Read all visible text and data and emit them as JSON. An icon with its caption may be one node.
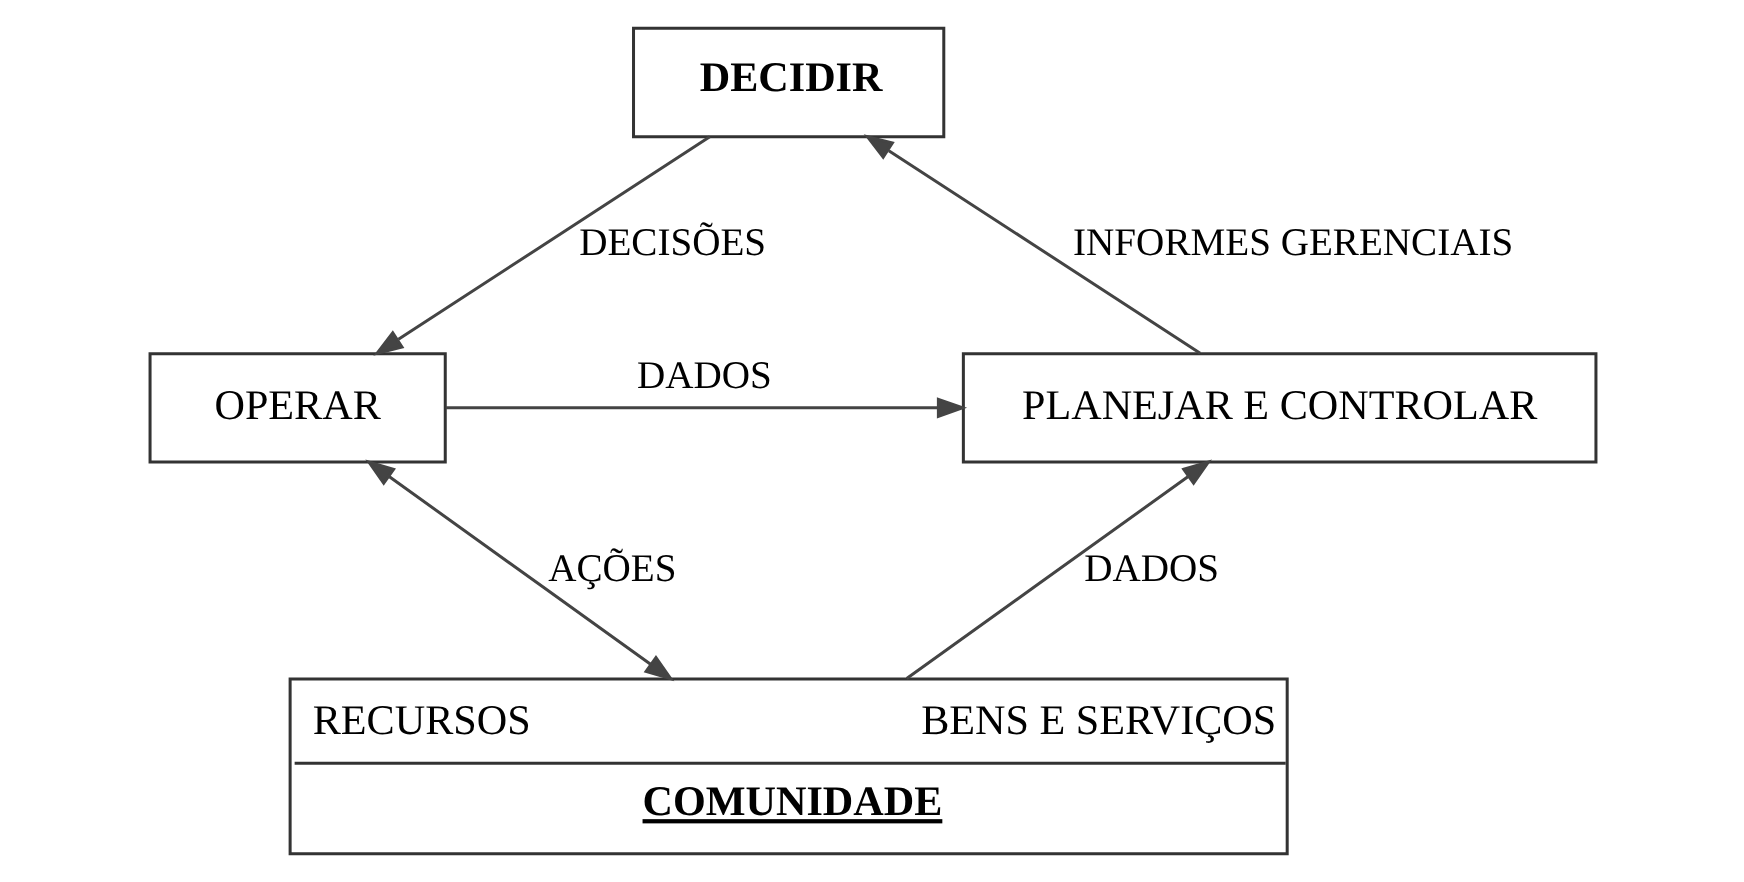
{
  "diagram": {
    "nodes": [
      {
        "text": [
          "DECIDIR"
        ]
      },
      {
        "text": [
          "PLANEJAR E CONTROLAR"
        ]
      },
      {
        "text": [
          "OPERAR"
        ]
      },
      {
        "text": [
          "RECURSOS",
          "BENS E SERVIÇOS",
          "COMUNIDADE"
        ]
      }
    ],
    "edges": [
      {
        "from": 1,
        "to": 0,
        "arrow": "to",
        "label": "INFORMES GERENCIAIS"
      },
      {
        "from": 0,
        "to": 2,
        "arrow": "to",
        "label": "DECISÕES"
      },
      {
        "from": 2,
        "to": 1,
        "arrow": "to",
        "label": "DADOS"
      },
      {
        "from": 3,
        "to": 1,
        "arrow": "to",
        "label": "DADOS"
      },
      {
        "from": 2,
        "to": 3,
        "arrow": "both",
        "label": "AÇÕES"
      }
    ]
  }
}
